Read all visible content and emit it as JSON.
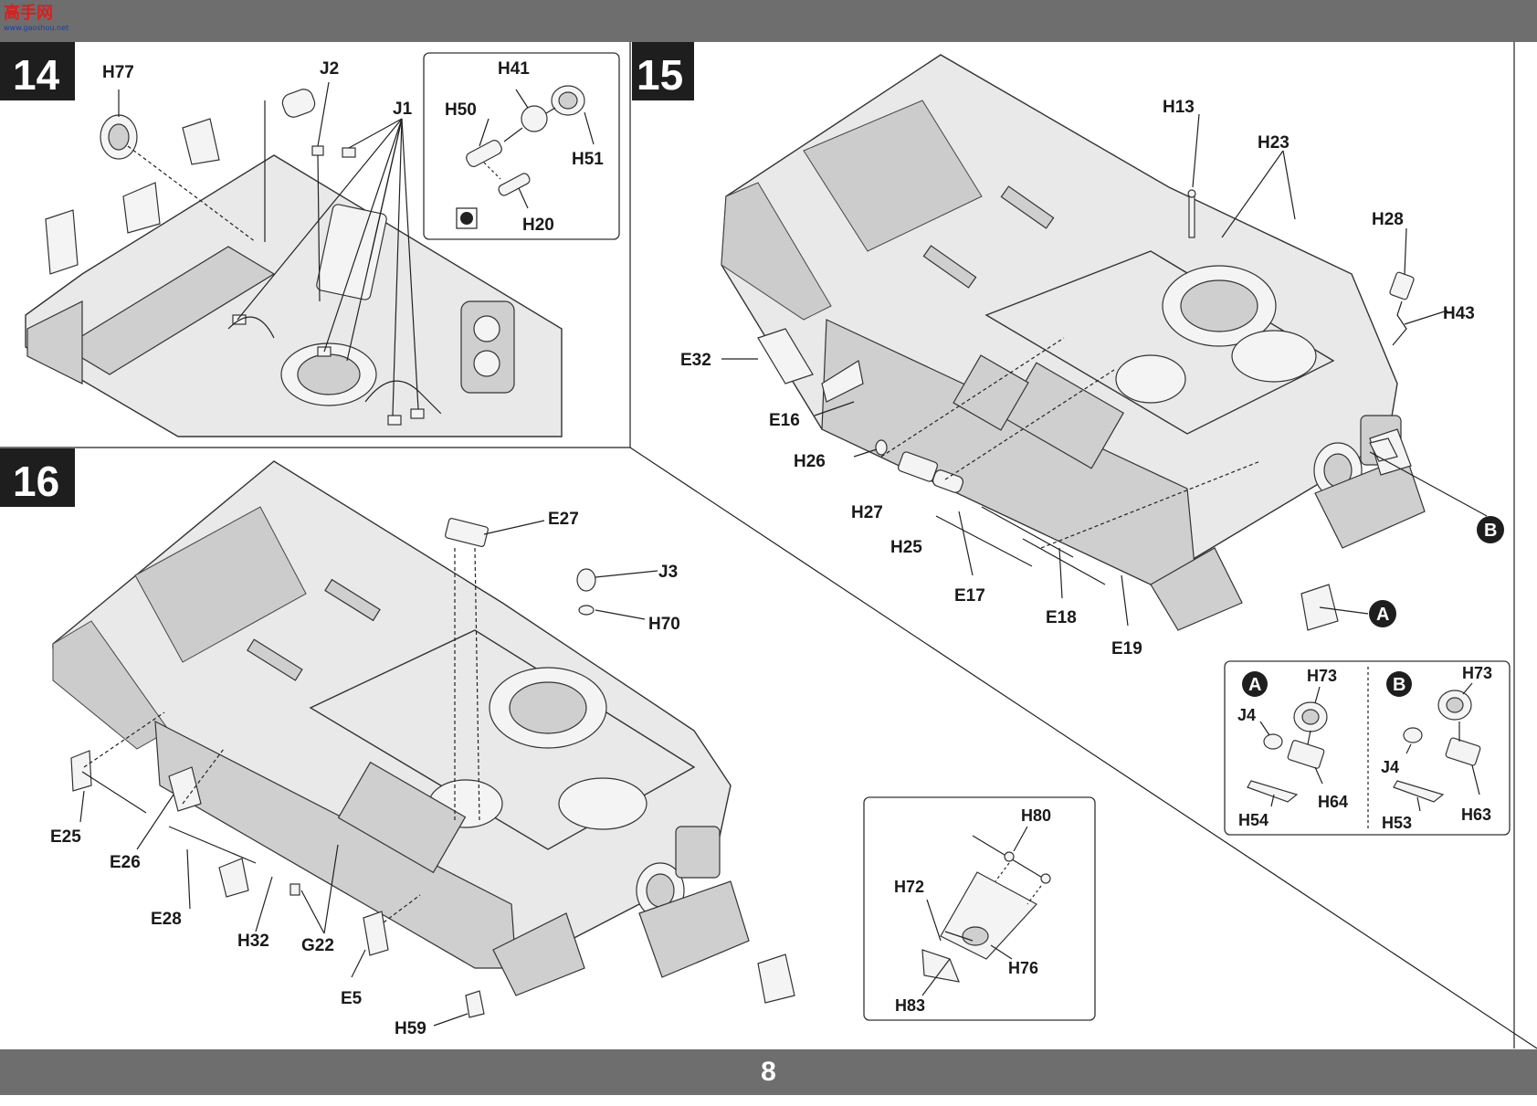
{
  "logo": {
    "text": "高手网",
    "url": "www.gaoshou.net"
  },
  "page_number": "8",
  "steps": {
    "s14": {
      "number": "14",
      "labels": {
        "h77": "H77",
        "j2": "J2",
        "j1": "J1"
      },
      "inset_labels": {
        "h41": "H41",
        "h50": "H50",
        "h51": "H51",
        "h20": "H20"
      }
    },
    "s15": {
      "number": "15",
      "labels": {
        "h13": "H13",
        "h23": "H23",
        "h28": "H28",
        "h43": "H43",
        "e32": "E32",
        "e16": "E16",
        "h26": "H26",
        "h27": "H27",
        "h25": "H25",
        "e17": "E17",
        "e18": "E18",
        "e19": "E19"
      },
      "callouts": {
        "a": "A",
        "b": "B"
      },
      "detail": {
        "a": {
          "letter": "A",
          "h73": "H73",
          "j4": "J4",
          "h64": "H64",
          "h54": "H54"
        },
        "b": {
          "letter": "B",
          "h73": "H73",
          "j4": "J4",
          "h53": "H53",
          "h63": "H63"
        }
      }
    },
    "s16": {
      "number": "16",
      "labels": {
        "e27": "E27",
        "j3": "J3",
        "h70": "H70",
        "e25": "E25",
        "e26": "E26",
        "e28": "E28",
        "h32": "H32",
        "g22": "G22",
        "e5": "E5",
        "h59": "H59"
      },
      "inset_labels": {
        "h80": "H80",
        "h72": "H72",
        "h76": "H76",
        "h83": "H83"
      }
    }
  }
}
